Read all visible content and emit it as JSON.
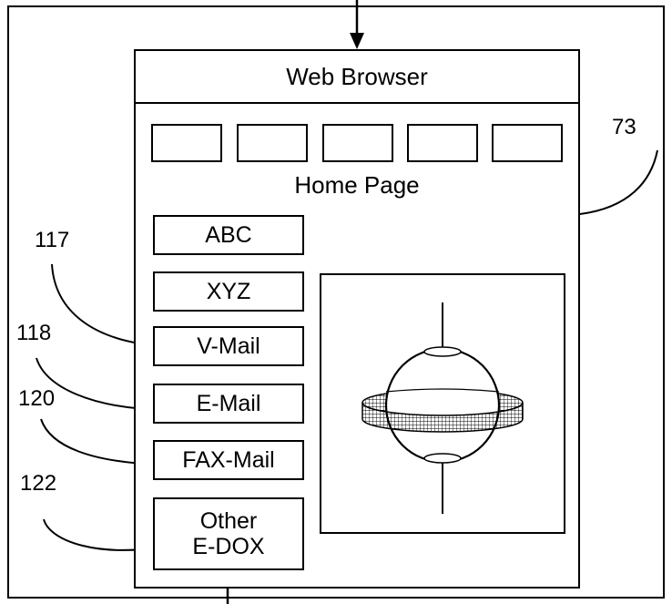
{
  "browser": {
    "title": "Web Browser",
    "ref": "73",
    "home_label": "Home Page",
    "tabs": [
      "",
      "",
      "",
      "",
      ""
    ]
  },
  "menu": {
    "items": [
      {
        "label": "ABC",
        "ref": ""
      },
      {
        "label": "XYZ",
        "ref": ""
      },
      {
        "label": "V-Mail",
        "ref": "117"
      },
      {
        "label": "E-Mail",
        "ref": "118"
      },
      {
        "label": "FAX-Mail",
        "ref": "120"
      },
      {
        "label": "Other\nE-DOX",
        "ref": "122"
      }
    ]
  },
  "media": {
    "icon": "globe-with-ring-icon"
  }
}
